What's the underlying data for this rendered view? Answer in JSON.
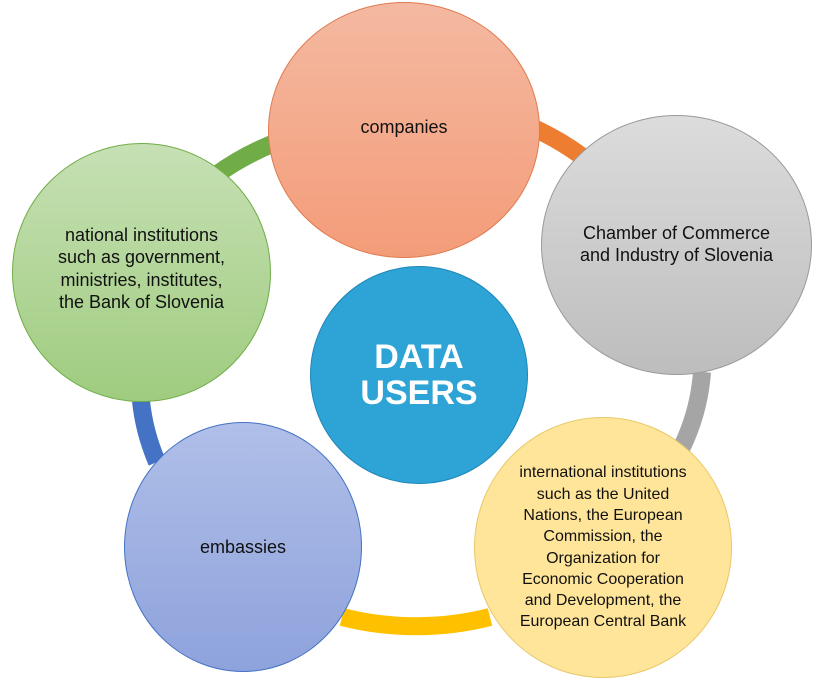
{
  "center": {
    "label": "DATA USERS"
  },
  "nodes": {
    "companies": "companies",
    "chamber": "Chamber of Commerce and Industry of Slovenia",
    "international": "international institutions such as the United Nations, the European Commission, the Organization for Economic Cooperation and Development, the European Central Bank",
    "embassies": "embassies",
    "national": "national institutions such as government, ministries, institutes, the Bank of Slovenia"
  },
  "colors": {
    "companies": "#f4b183",
    "chamber": "#c9c9c9",
    "international": "#ffe599",
    "embassies": "#8faadc",
    "national": "#a9d18e",
    "center": "#2ea3d5",
    "connector_orange": "#ed7d31",
    "connector_gray": "#a5a5a5",
    "connector_yellow": "#ffc000",
    "connector_blue": "#4472c4",
    "connector_green": "#70ad47"
  }
}
